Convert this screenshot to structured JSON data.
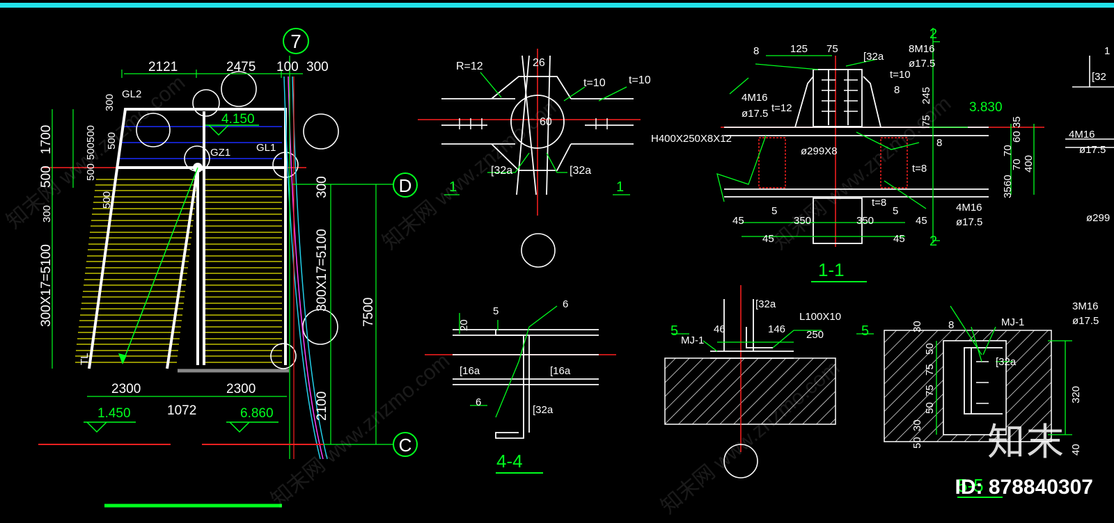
{
  "colors": {
    "background": "#000000",
    "top_bar": "#22e3ea",
    "line_white": "#ffffff",
    "dim_green": "#00ff1e",
    "axis_red": "#ff2020",
    "stair_yellow": "#e8e800",
    "blue": "#1a2cff",
    "cyan": "#22d0ea",
    "magenta": "#ff40ff"
  },
  "plan": {
    "axis_7": "7",
    "axis_D": "D",
    "axis_C": "C",
    "dim_top": [
      "2121",
      "2475",
      "100",
      "300"
    ],
    "dim_left": [
      "1700",
      "500",
      "300X17=5100"
    ],
    "dim_left_inner": [
      "300",
      "500",
      "500",
      "500",
      "500",
      "300",
      "500"
    ],
    "dim_right_inner": [
      "300",
      "300X17=5100",
      "2100"
    ],
    "dim_overall": "7500",
    "dim_bottom": [
      "2300",
      "1072",
      "2300"
    ],
    "labels": [
      "GL2",
      "GZ1",
      "GL1",
      "TL"
    ],
    "elev_top": "4.150",
    "elev_left": "1.450",
    "elev_right": "6.860"
  },
  "detail_1": {
    "labels": [
      "R=12",
      "26",
      "t=10",
      "t=10",
      "60",
      "[32a",
      "[32a",
      "1",
      "1"
    ]
  },
  "detail_1_1": {
    "title": "1-1",
    "labels": [
      "8",
      "125",
      "75",
      "[32a",
      "8M16",
      "ø17.5",
      "t=10",
      "8",
      "245",
      "75",
      "4M16",
      "ø17.5",
      "t=12",
      "3.830",
      "H400X250X8X12",
      "ø299X8",
      "35",
      "60",
      "70",
      "70",
      "60",
      "35",
      "400",
      "8",
      "t=8",
      "t=8",
      "5",
      "5",
      "45",
      "350",
      "350",
      "45",
      "45",
      "45",
      "4M16",
      "ø17.5",
      "2",
      "2"
    ]
  },
  "detail_4_4": {
    "title": "4-4",
    "labels": [
      "5",
      "20",
      "6",
      "[16a",
      "[16a",
      "6",
      "[32a"
    ]
  },
  "detail_mj": {
    "labels": [
      "[32a",
      "L100X10",
      "5",
      "5",
      "MJ-1",
      "46",
      "146",
      "250"
    ]
  },
  "detail_5_5": {
    "title": "5-5",
    "labels": [
      "3M16",
      "ø17.5",
      "MJ-1",
      "8",
      "30",
      "50",
      "75",
      "75",
      "50",
      "30",
      "50",
      "[32a",
      "320",
      "40"
    ]
  },
  "partial_right": {
    "labels": [
      "1",
      "[32",
      "4M16",
      "ø17.5",
      "ø299"
    ]
  },
  "watermark": {
    "site": "知末网 www.znzmo.com",
    "logo": "知末",
    "id": "ID: 878840307"
  }
}
